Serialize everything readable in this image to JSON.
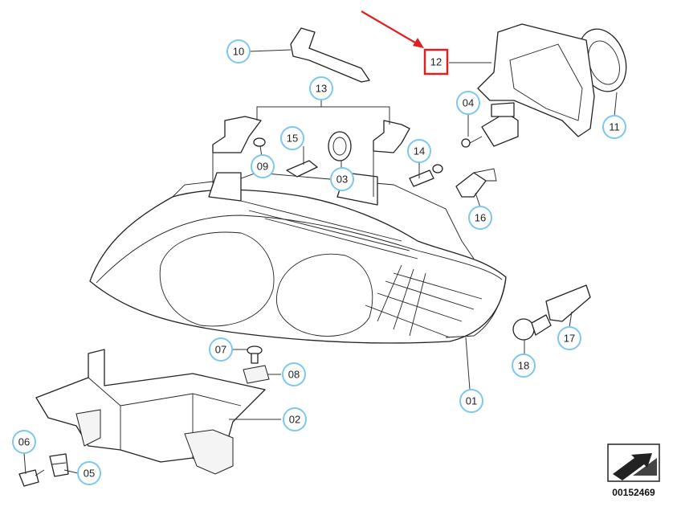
{
  "diagram": {
    "callouts": [
      {
        "id": "c01",
        "label": "01"
      },
      {
        "id": "c02",
        "label": "02"
      },
      {
        "id": "c03",
        "label": "03"
      },
      {
        "id": "c04",
        "label": "04"
      },
      {
        "id": "c05",
        "label": "05"
      },
      {
        "id": "c06",
        "label": "06"
      },
      {
        "id": "c07",
        "label": "07"
      },
      {
        "id": "c08",
        "label": "08"
      },
      {
        "id": "c09",
        "label": "09"
      },
      {
        "id": "c10",
        "label": "10"
      },
      {
        "id": "c11",
        "label": "11"
      },
      {
        "id": "c12",
        "label": "12"
      },
      {
        "id": "c13",
        "label": "13"
      },
      {
        "id": "c14",
        "label": "14"
      },
      {
        "id": "c15",
        "label": "15"
      },
      {
        "id": "c16",
        "label": "16"
      },
      {
        "id": "c17",
        "label": "17"
      },
      {
        "id": "c18",
        "label": "18"
      }
    ],
    "highlight": {
      "label": "12",
      "color": "#e02020"
    },
    "reference_number": "00152469",
    "colors": {
      "callout_stroke": "#7cc8ee",
      "line": "#222222",
      "highlight": "#e02020"
    }
  }
}
